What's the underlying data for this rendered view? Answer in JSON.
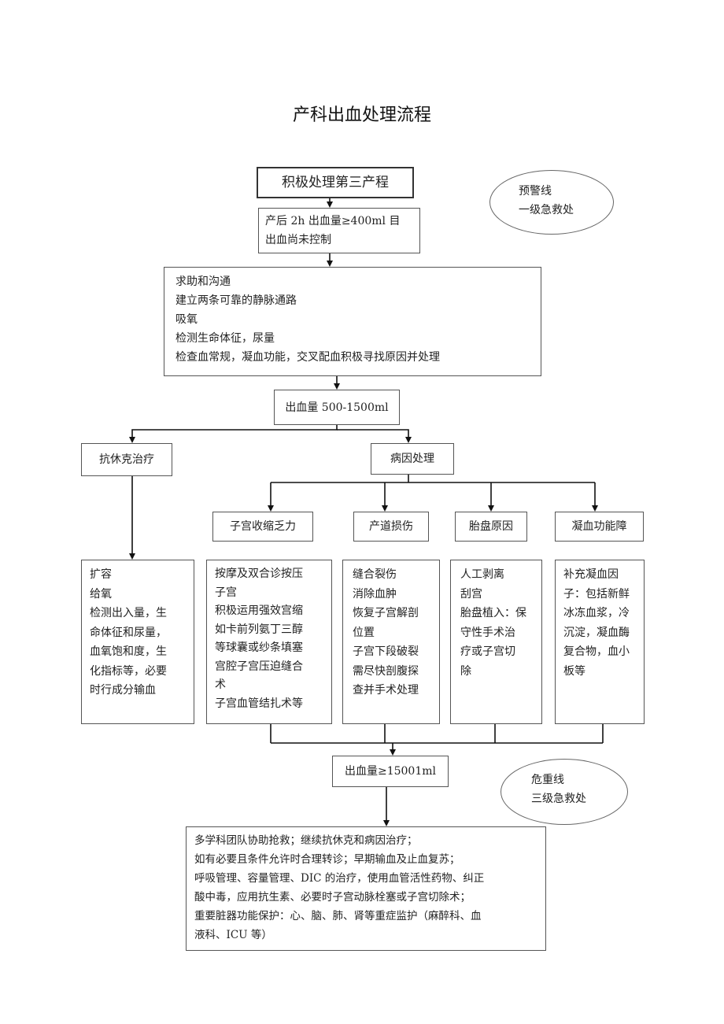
{
  "title": "产科出血处理流程",
  "nodes": {
    "step1": "积极处理第三产程",
    "step2": [
      "产后 2h 出血量≥400ml 目",
      "出血尚未控制"
    ],
    "step3": [
      "求助和沟通",
      "建立两条可靠的静脉通路",
      "吸氧",
      "检测生命体征，尿量",
      "检查血常规，凝血功能，交叉配血积极寻找原因并处理"
    ],
    "step4": "出血量 500-1500ml",
    "anti_shock": "抗休克治疗",
    "cause": "病因处理",
    "uterine": "子宫收缩乏力",
    "birth_canal": "产道损伤",
    "placenta": "胎盘原因",
    "coag": "凝血功能障",
    "anti_shock_detail": [
      "扩容",
      "给氧",
      "检测出入量，生",
      "命体征和尿量，",
      "血氧饱和度，生",
      "化指标等，必要",
      "时行成分输血"
    ],
    "uterine_detail": [
      "按摩及双合诊按压",
      "子宫",
      "积极运用强效宫缩",
      "如卡前列氨丁三醇",
      "等球囊或纱条填塞",
      "宫腔子宫压迫缝合",
      "术",
      "子宫血管结扎术等"
    ],
    "birth_canal_detail": [
      "缝合裂伤",
      "消除血肿",
      "恢复子宫解剖",
      "位置",
      "子宫下段破裂",
      "需尽快剖腹探",
      "查并手术处理"
    ],
    "placenta_detail": [
      "人工剥离",
      "刮宫",
      "胎盘植入：保",
      "守性手术治",
      "疗或子宫切",
      "除"
    ],
    "coag_detail": [
      "补充凝血因",
      "子：包括新鲜",
      "冰冻血浆，冷",
      "沉淀，凝血酶",
      "复合物，血小",
      "板等"
    ],
    "step5": "出血量≥15001ml",
    "final": [
      "多学科团队协助抢救；继续抗休克和病因治疗；",
      "如有必要且条件允许时合理转诊；早期输血及止血复苏；",
      "呼吸管理、容量管理、DIC 的治疗，使用血管活性药物、纠正",
      "酸中毒，应用抗生素、必要时子宫动脉栓塞或子宫切除术；",
      "重要脏器功能保护：心、脑、肺、肾等重症监护（麻醉科、血",
      "液科、ICU 等）"
    ]
  },
  "ovals": {
    "warning": [
      "预警线",
      "一级急救处"
    ],
    "critical": [
      "危重线",
      "三级急救处"
    ]
  }
}
